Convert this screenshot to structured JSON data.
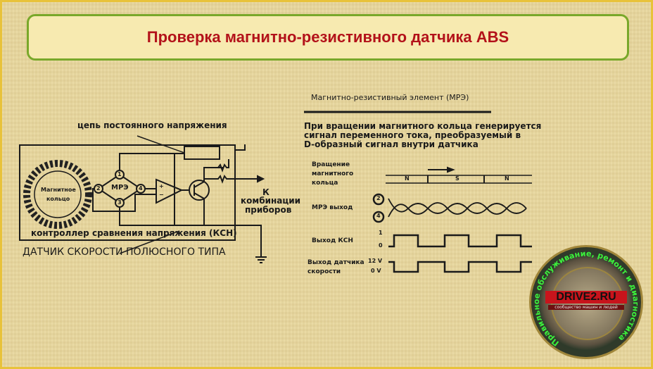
{
  "title": "Проверка магнитно-резистивного датчика ABS",
  "circuit": {
    "dc_circuit_label": "цепь постоянного напряжения",
    "ring_label_1": "Магнитное",
    "ring_label_2": "кольцо",
    "mre_label": "МРЭ",
    "pins": [
      "1",
      "2",
      "3",
      "4"
    ],
    "comparator_pins": [
      "+",
      "−"
    ],
    "to_cluster_1": "К",
    "to_cluster_2": "комбинации",
    "to_cluster_3": "приборов",
    "comparator_label": "контроллер сравнения напряжения (КСН)",
    "sensor_type": "ДАТЧИК СКОРОСТИ ПОЛЮСНОГО ТИПА"
  },
  "waveforms": {
    "heading": "Магнитно-резистивный элемент (МРЭ)",
    "desc_1": "При вращении магнитного кольца генерируется",
    "desc_2": "сигнал переменного тока, преобразуемый в",
    "desc_3": "D-образный сигнал внутри датчика",
    "rotation_1": "Вращение",
    "rotation_2": "магнитного",
    "rotation_3": "кольца",
    "poles": [
      "N",
      "S",
      "N"
    ],
    "mre_out": "МРЭ выход",
    "mre_pins": [
      "2",
      "4"
    ],
    "ksn_out": "Выход КСН",
    "ksn_levels": [
      "1",
      "0"
    ],
    "sensor_out_1": "Выход датчика",
    "sensor_out_2": "скорости",
    "sensor_levels": [
      "12 V",
      "0 V"
    ]
  },
  "badge": {
    "ring_text": "Правильное обслуживание, ремонт и диагностика",
    "logo": "DRIVE2.RU",
    "logo_sub": "сообщество машин и людей"
  }
}
